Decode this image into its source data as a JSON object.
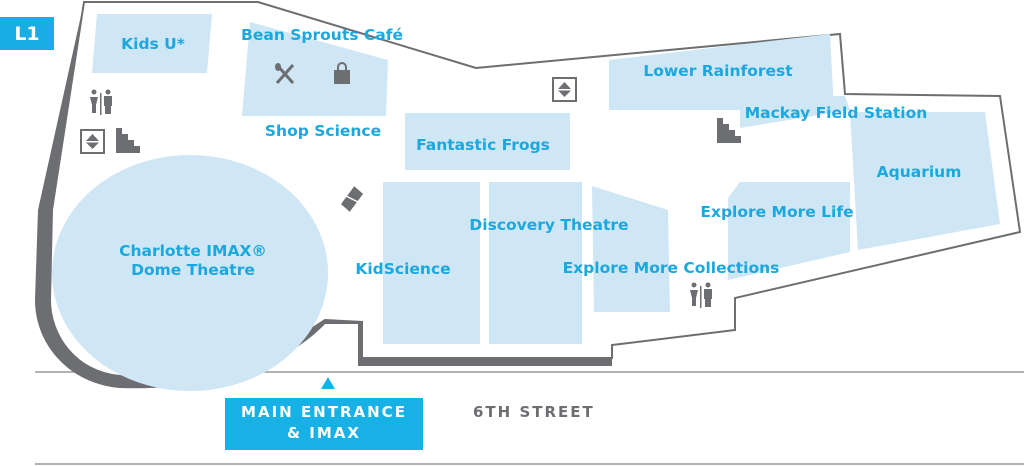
{
  "level": "L1",
  "rooms": {
    "kids_u": "Kids U*",
    "bean_sprouts": "Bean Sprouts Café",
    "shop_science": "Shop Science",
    "lower_rainforest": "Lower Rainforest",
    "mackay": "Mackay Field Station",
    "fantastic_frogs": "Fantastic Frogs",
    "aquarium": "Aquarium",
    "imax_line1": "Charlotte  IMAX®",
    "imax_line2": "Dome Theatre",
    "discovery": "Discovery Theatre",
    "explore_life": "Explore More Life",
    "kidscience": "KidScience",
    "explore_collections": "Explore More Collections"
  },
  "entrance": {
    "line1": "MAIN ENTRANCE",
    "line2": "& IMAX"
  },
  "street": "6TH STREET",
  "colors": {
    "room": "#cfe6f5",
    "label": "#1ba8df",
    "wall": "#6d6e71",
    "accent": "#1aade3"
  }
}
